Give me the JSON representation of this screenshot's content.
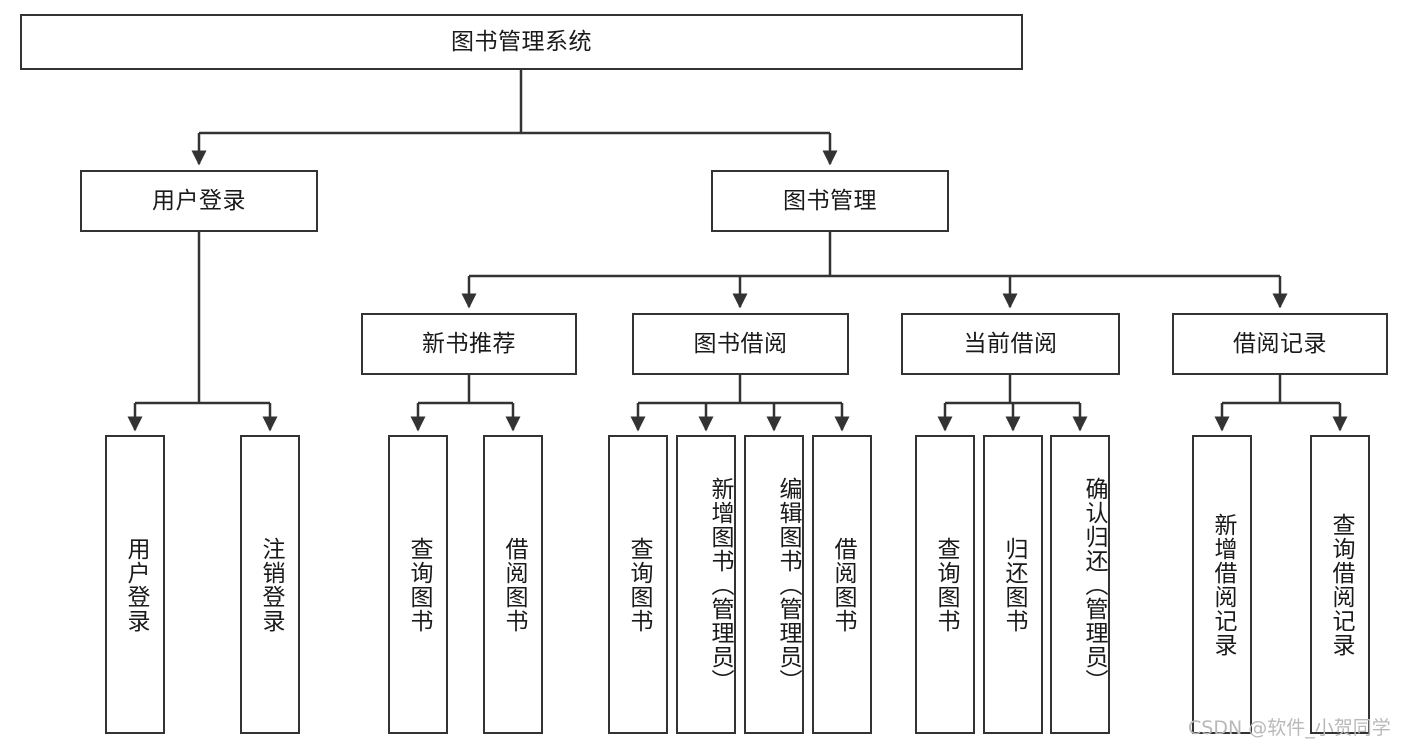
{
  "diagram": {
    "title": "图书管理系统",
    "type": "tree-hierarchy-diagram",
    "root": {
      "label": "图书管理系统"
    },
    "level2": [
      {
        "label": "用户登录"
      },
      {
        "label": "图书管理"
      }
    ],
    "level3": [
      {
        "label": "新书推荐"
      },
      {
        "label": "图书借阅"
      },
      {
        "label": "当前借阅"
      },
      {
        "label": "借阅记录"
      }
    ],
    "leaves": {
      "user_login": [
        {
          "label": "用户登录"
        },
        {
          "label": "注销登录"
        }
      ],
      "new_book_recommend": [
        {
          "label": "查询图书"
        },
        {
          "label": "借阅图书"
        }
      ],
      "book_borrow": [
        {
          "label": "查询图书"
        },
        {
          "label": "新增图书（管理员）"
        },
        {
          "label": "编辑图书（管理员）"
        },
        {
          "label": "借阅图书"
        }
      ],
      "current_borrow": [
        {
          "label": "查询图书"
        },
        {
          "label": "归还图书"
        },
        {
          "label": "确认归还（管理员）"
        }
      ],
      "borrow_record": [
        {
          "label": "新增借阅记录"
        },
        {
          "label": "查询借阅记录"
        }
      ]
    }
  },
  "watermark": {
    "text": "CSDN @软件_小贺同学"
  },
  "colors": {
    "stroke": "#333333",
    "text": "#1a1a1a",
    "background": "#ffffff",
    "watermark": "#b9b9b9"
  }
}
